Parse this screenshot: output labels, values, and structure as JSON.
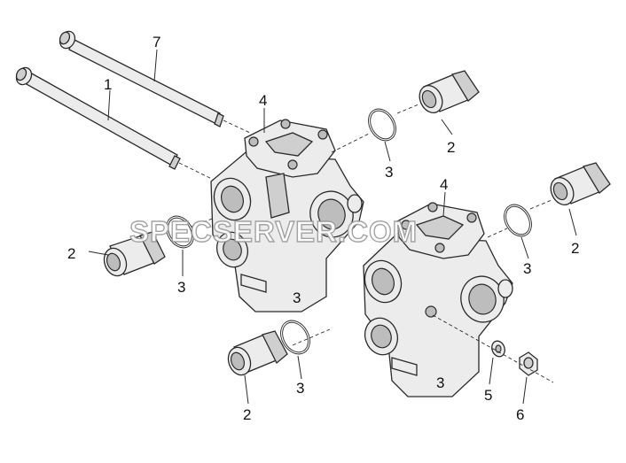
{
  "watermark": "SPECSERVER.COM",
  "callouts": {
    "bolt_long": "1",
    "bolt_short": "7",
    "valve_cover_left": "4",
    "valve_cover_right": "4",
    "fitting_top": "2",
    "fitting_right": "2",
    "fitting_left": "2",
    "fitting_bottom": "2",
    "seal_ring_top": "3",
    "seal_ring_left": "3",
    "seal_ring_bottom": "3",
    "seal_ring_right": "3",
    "washer": "5",
    "nut": "6",
    "body_mark_left": "3",
    "body_mark_right": "3"
  }
}
